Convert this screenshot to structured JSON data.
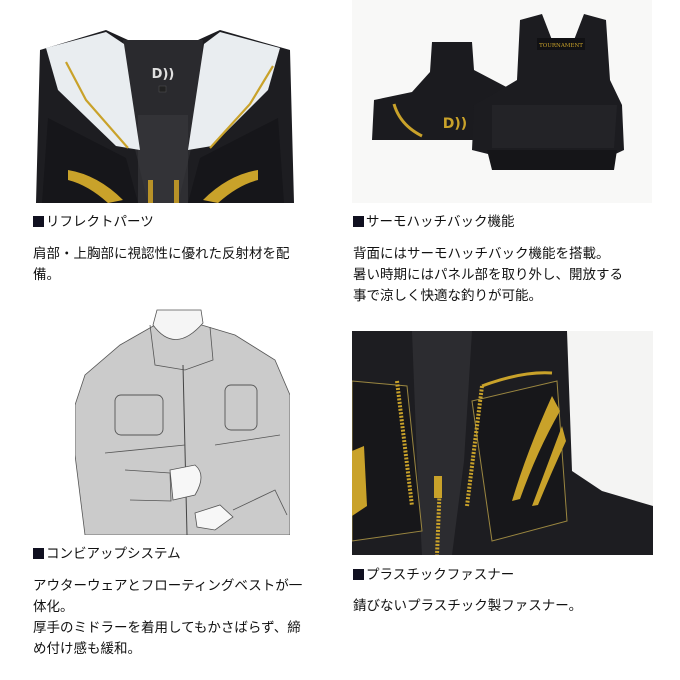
{
  "sections": [
    {
      "image": {
        "subject": "front-vest-reflective-shoulders-photo",
        "brand_mark": "D))"
      },
      "heading": "リフレクトパーツ",
      "body_lines": [
        "肩部・上胸部に視認性に優れた反射材を配",
        "備。"
      ]
    },
    {
      "image": {
        "subject": "back-vest-thermo-hatch-photo",
        "patch_label": "TOURNAMENT",
        "brand_mark": "D))"
      },
      "heading": "サーモハッチバック機能",
      "body_lines": [
        "背面にはサーモハッチバック機能を搭載。",
        "暑い時期にはパネル部を取り外し、開放する",
        "事で涼しく快適な釣りが可能。"
      ]
    },
    {
      "image": {
        "subject": "combi-up-system-illustration"
      },
      "heading": "コンビアップシステム",
      "body_lines": [
        "アウターウェアとフローティングベストが一",
        "体化。",
        "厚手のミドラーを着用してもかさばらず、締",
        "め付け感も緩和。"
      ]
    },
    {
      "image": {
        "subject": "plastic-zipper-closeup-photo"
      },
      "heading": "プラスチックファスナー",
      "body_lines": [
        "錆びないプラスチック製ファスナー。"
      ]
    }
  ],
  "colors": {
    "vest_black": "#1c1c1f",
    "gold": "#c9a22a",
    "reflective": "#e8ecef",
    "illustration_gray": "#cccccc",
    "heading_square": "#101020"
  }
}
